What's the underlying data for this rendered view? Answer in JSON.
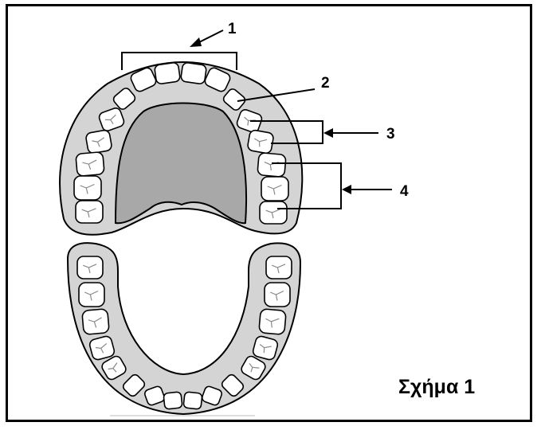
{
  "labels": [
    "1",
    "2",
    "3",
    "4"
  ],
  "caption": "Σχήμα 1",
  "colors": {
    "gum": "#d4d4d4",
    "palate": "#a8a8a8",
    "tooth": "#ffffff",
    "outline": "#000000"
  }
}
